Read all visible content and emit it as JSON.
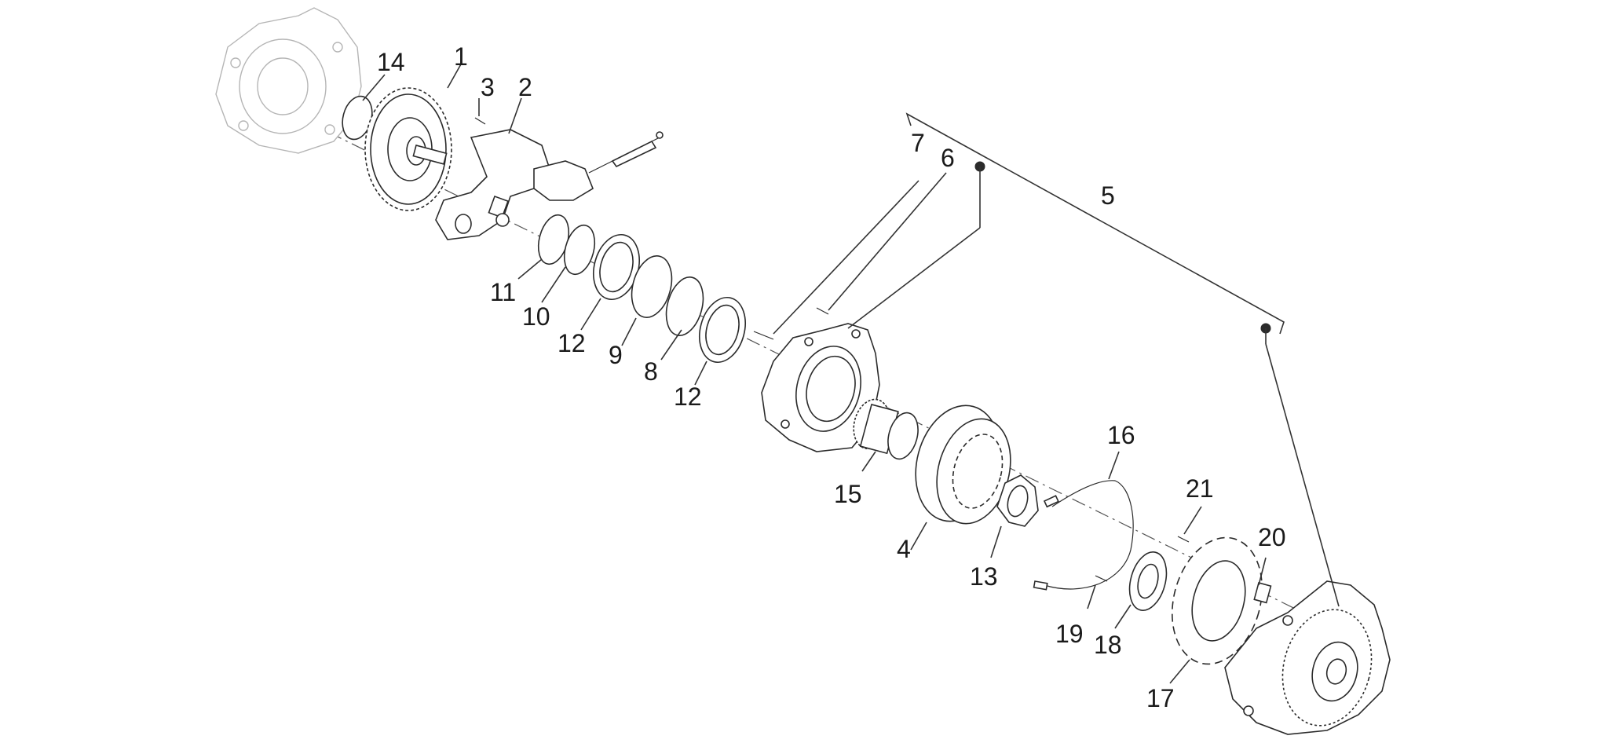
{
  "callouts": [
    {
      "id": "p1",
      "text": "1"
    },
    {
      "id": "p2",
      "text": "2"
    },
    {
      "id": "p3",
      "text": "3"
    },
    {
      "id": "p4",
      "text": "4"
    },
    {
      "id": "p5",
      "text": "5"
    },
    {
      "id": "p6",
      "text": "6"
    },
    {
      "id": "p7",
      "text": "7"
    },
    {
      "id": "p8",
      "text": "8"
    },
    {
      "id": "p9",
      "text": "9"
    },
    {
      "id": "p10",
      "text": "10"
    },
    {
      "id": "p11",
      "text": "11"
    },
    {
      "id": "p12a",
      "text": "12"
    },
    {
      "id": "p12b",
      "text": "12"
    },
    {
      "id": "p13",
      "text": "13"
    },
    {
      "id": "p14",
      "text": "14"
    },
    {
      "id": "p15",
      "text": "15"
    },
    {
      "id": "p16",
      "text": "16"
    },
    {
      "id": "p17",
      "text": "17"
    },
    {
      "id": "p18",
      "text": "18"
    },
    {
      "id": "p19",
      "text": "19"
    },
    {
      "id": "p20",
      "text": "20"
    },
    {
      "id": "p21",
      "text": "21"
    }
  ],
  "colors": {
    "line": "#2b2b2b",
    "faint": "#b5b5b5",
    "background": "#ffffff"
  }
}
